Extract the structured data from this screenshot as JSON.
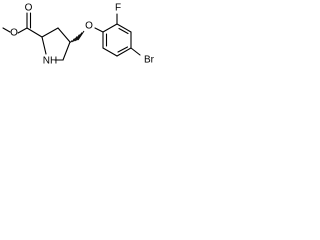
{
  "molecule": {
    "atoms": {
      "ester_o_single": "O",
      "ester_o_double": "O",
      "ring_nh": "NH",
      "ether_o": "O",
      "fluorine": "F",
      "bromine": "Br"
    }
  }
}
